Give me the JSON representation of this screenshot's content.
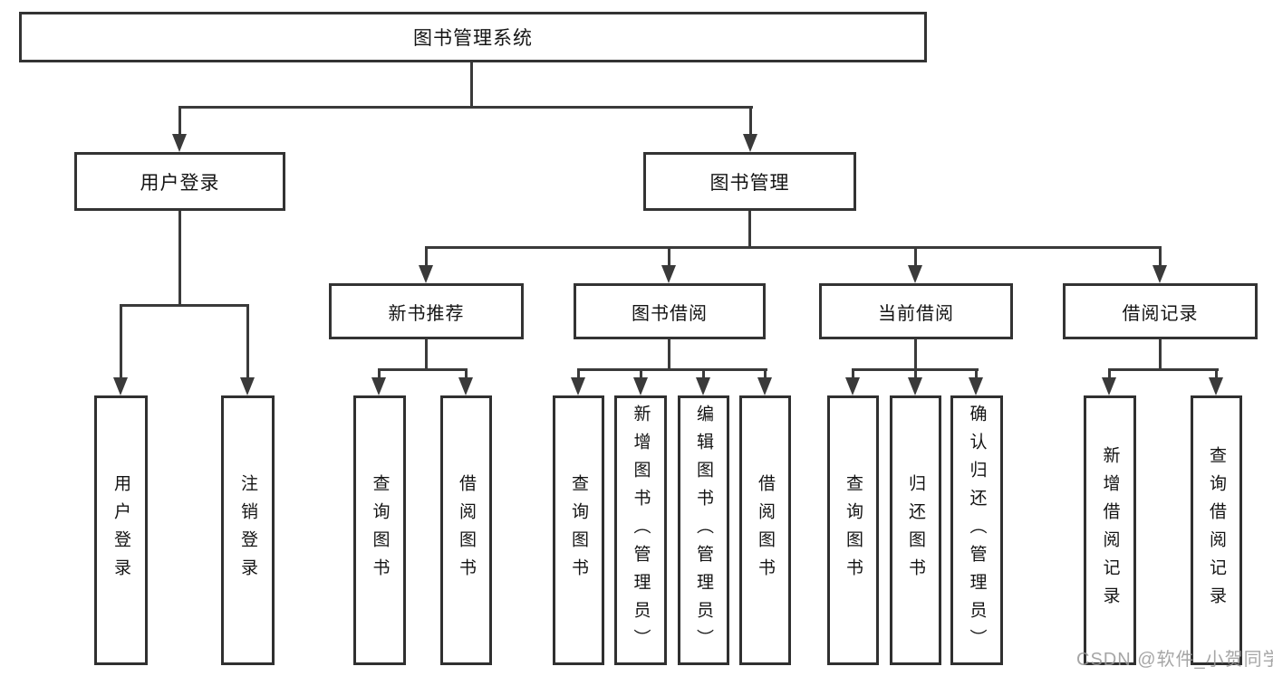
{
  "watermark": "CSDN @软件_小贺同学",
  "colors": {
    "background": "#ffffff",
    "line": "#3a3a3a",
    "box_border": "#333333",
    "text": "#141414",
    "watermark": "#9a9a9a"
  },
  "nodes": {
    "root": "图书管理系统",
    "level2": [
      "用户登录",
      "图书管理"
    ],
    "level3": [
      "新书推荐",
      "图书借阅",
      "当前借阅",
      "借阅记录"
    ],
    "leaves_user_login": [
      "用户登录",
      "注销登录"
    ],
    "leaves_new_books": [
      "查询图书",
      "借阅图书"
    ],
    "leaves_borrowing": [
      "查询图书",
      "新增图书（管理员）",
      "编辑图书（管理员）",
      "借阅图书"
    ],
    "leaves_current": [
      "查询图书",
      "归还图书",
      "确认归还（管理员）"
    ],
    "leaves_records": [
      "新增借阅记录",
      "查询借阅记录"
    ]
  }
}
